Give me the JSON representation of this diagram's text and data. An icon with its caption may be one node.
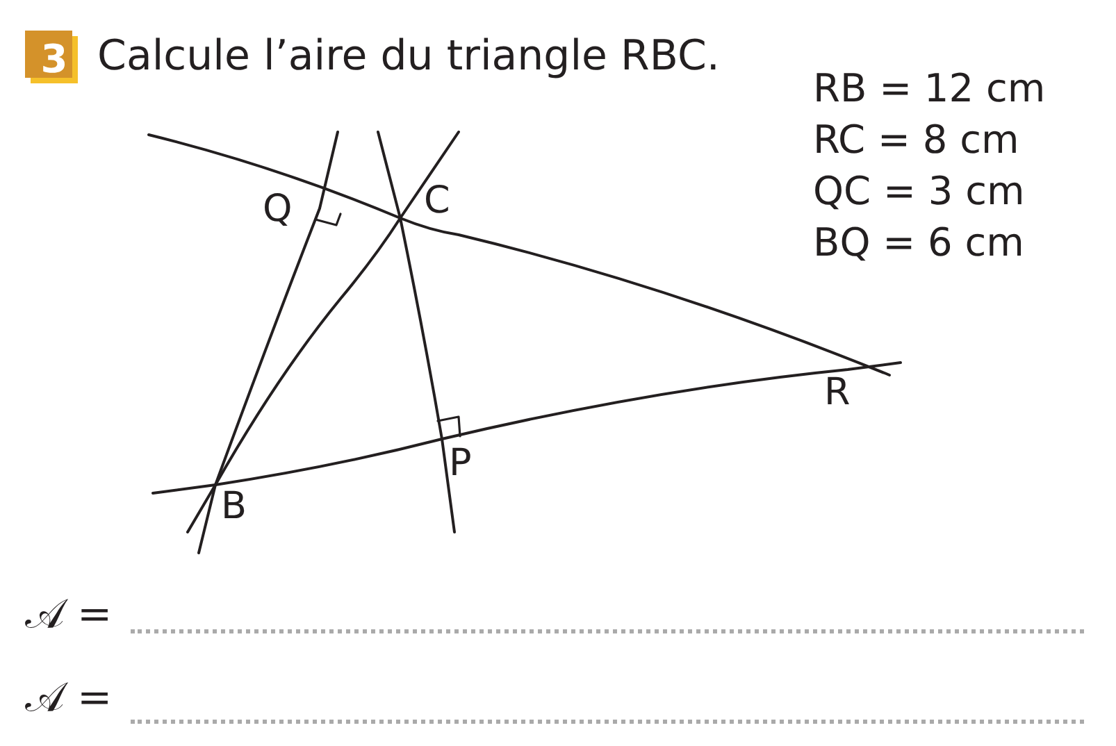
{
  "diagram": {
    "title": "Calcule l’aire du triangle RBC.",
    "labels": [
      "3",
      "RB = 12 cm",
      "RC = 8 cm",
      "QC = 3 cm",
      "BQ = 6 cm",
      "Q",
      "C",
      "R",
      "P",
      "B",
      "𝒜 =",
      "𝒜 ="
    ]
  }
}
